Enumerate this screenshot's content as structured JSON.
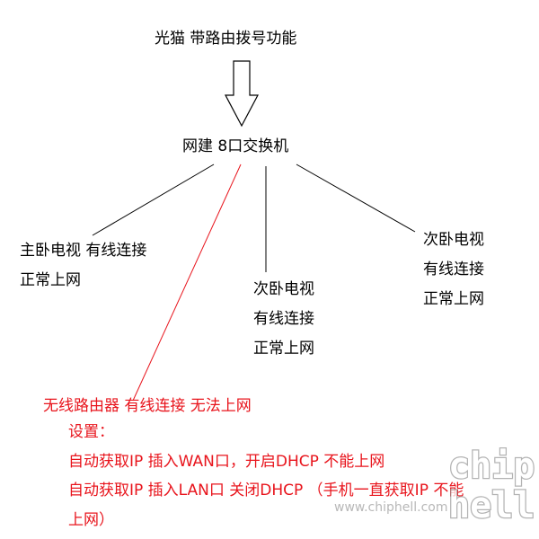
{
  "nodes": {
    "modem": "光猫  带路由拨号功能",
    "switch": "网建 8口交换机",
    "master_tv": {
      "line1": "主卧电视 有线连接",
      "line2": "正常上网"
    },
    "second_tv_a": {
      "line1": "次卧电视",
      "line2": "有线连接",
      "line3": "正常上网"
    },
    "second_tv_b": {
      "line1": "次卧电视",
      "line2": "有线连接",
      "line3": "正常上网"
    },
    "wireless_router": "无线路由器  有线连接  无法上网"
  },
  "settings": {
    "heading": "设置：",
    "line1": "自动获取IP  插入WAN口，开启DHCP  不能上网",
    "line2": "自动获取IP  插入LAN口   关闭DHCP （手机一直获取IP  不能",
    "line3": "上网）"
  },
  "watermark": {
    "logo_text": "chip",
    "logo_text_2": "hell",
    "url": "www.chiphell.com"
  },
  "colors": {
    "text": "#000000",
    "problem": "#e8141c",
    "watermark": "#b8b8b8"
  }
}
